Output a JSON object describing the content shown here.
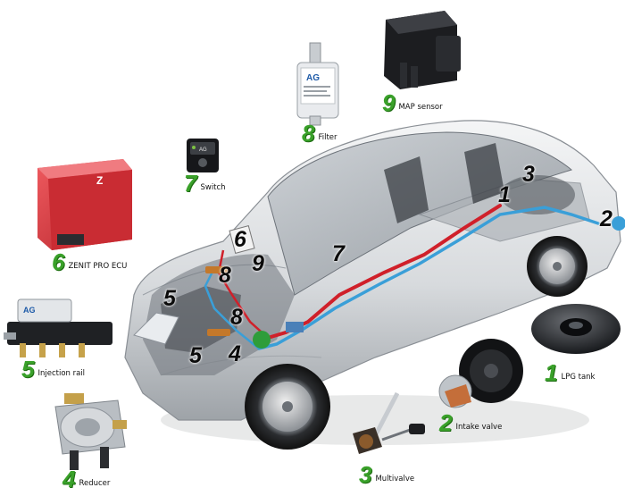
{
  "components": [
    {
      "num": "1",
      "label": "LPG tank"
    },
    {
      "num": "2",
      "label": "Intake valve"
    },
    {
      "num": "3",
      "label": "Multivalve"
    },
    {
      "num": "4",
      "label": "Reducer"
    },
    {
      "num": "5",
      "label": "Injection rail"
    },
    {
      "num": "6",
      "label": "ZENIT PRO ECU"
    },
    {
      "num": "7",
      "label": "Switch"
    },
    {
      "num": "8",
      "label": "Filter"
    },
    {
      "num": "9",
      "label": "MAP sensor"
    }
  ],
  "car_markers": [
    "1",
    "2",
    "3",
    "4",
    "5",
    "5",
    "6",
    "7",
    "8",
    "8",
    "9"
  ],
  "product_text": {
    "ag_logo": "AG",
    "filter_brand": "AG",
    "ecu_logo": "Z"
  },
  "colors": {
    "accent_green": "#3aa12a",
    "gas_line_red": "#d0202a",
    "gas_line_blue": "#3a9fd8",
    "ecu_red": "#d9323a"
  }
}
